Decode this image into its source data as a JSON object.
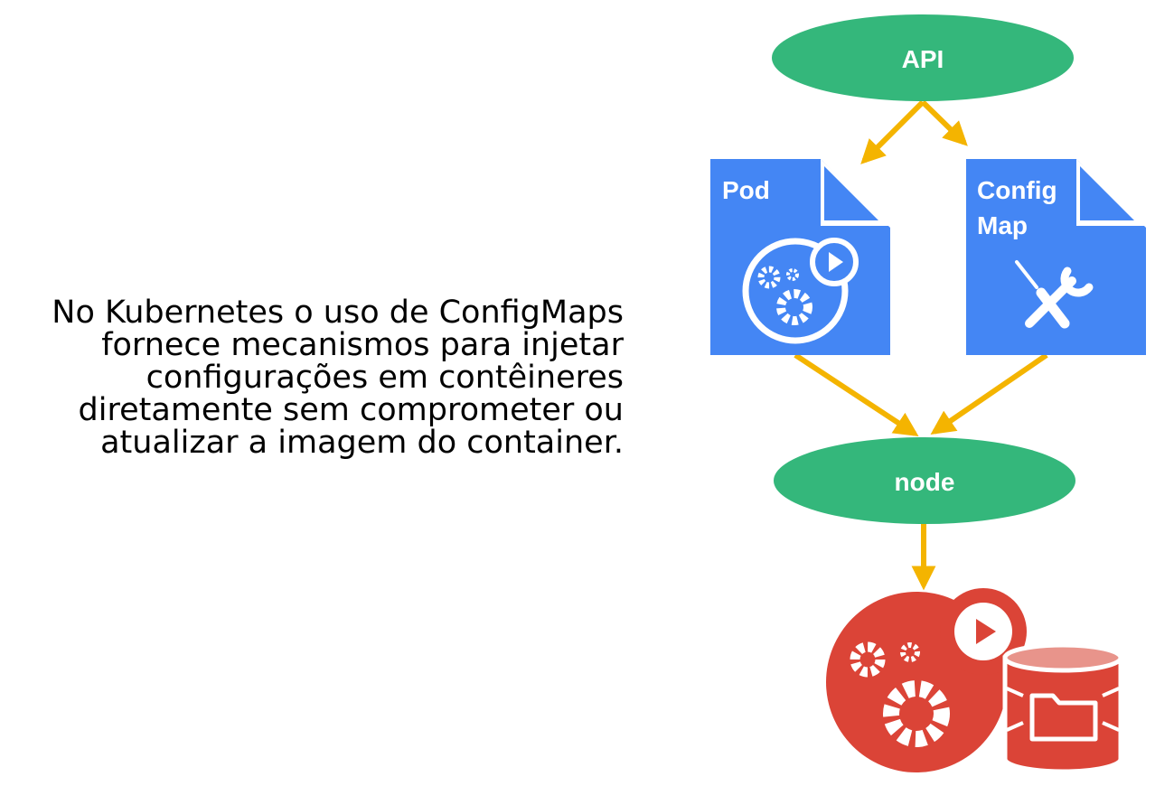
{
  "caption": {
    "lines": [
      "No Kubernetes o uso de ConfigMaps",
      "fornece mecanismos para injetar",
      "configurações em contêineres",
      "diretamente sem comprometer ou",
      "atualizar a imagem do container."
    ]
  },
  "diagram": {
    "api_label": "API",
    "pod_label": "Pod",
    "configmap_label_line1": "Config",
    "configmap_label_line2": "Map",
    "node_label": "node",
    "icons": {
      "pod": "gears-play-icon",
      "configmap": "wrench-screwdriver-icon",
      "container": "container-gears-storage-icon"
    },
    "colors": {
      "ellipse": "#34b77b",
      "document": "#4486f4",
      "document_fold": "#8ab4f8",
      "arrow": "#f4b400",
      "container": "#db4437",
      "storage_top": "#e8948b"
    }
  }
}
